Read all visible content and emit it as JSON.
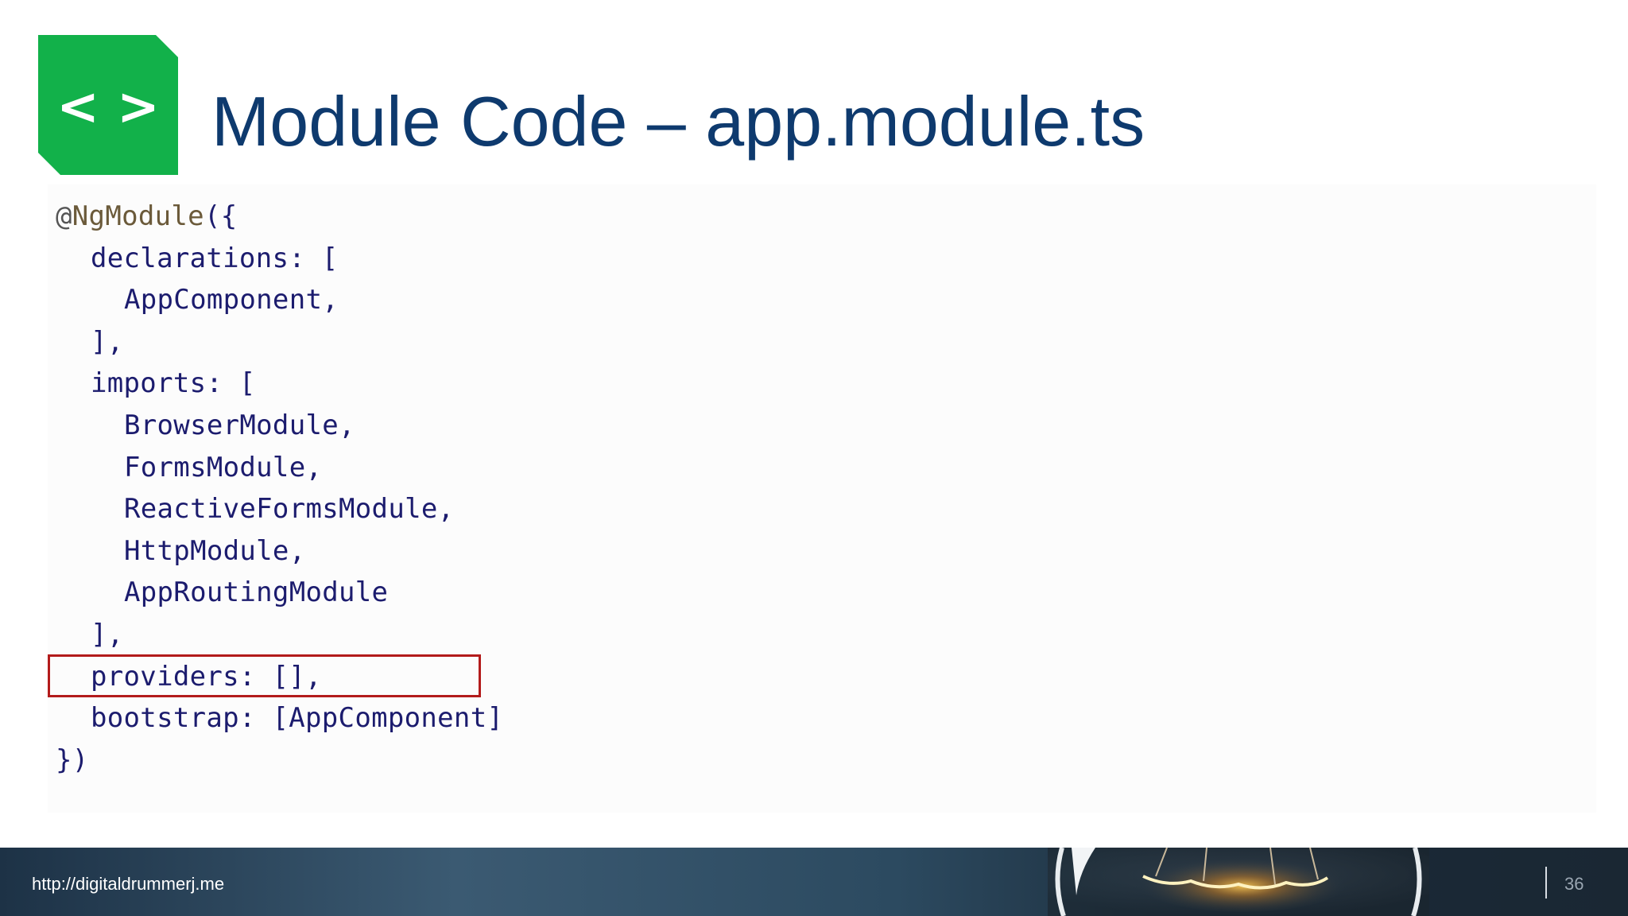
{
  "slide": {
    "title": "Module Code – app.module.ts",
    "logo_icon": "code-brackets-icon",
    "accent_color": "#12b14a",
    "title_color": "#0e3a6e"
  },
  "code": {
    "decorator_at": "@",
    "decorator_name": "NgModule",
    "decorator_open": "({",
    "lines": [
      "declarations: [",
      "AppComponent,",
      "],",
      "imports: [",
      "BrowserModule,",
      "FormsModule,",
      "ReactiveFormsModule,",
      "HttpModule,",
      "AppRoutingModule",
      "],",
      "providers: [],",
      "bootstrap: [AppComponent]",
      "})"
    ],
    "highlighted_line": "providers: [],",
    "highlight_color": "#b31b1b"
  },
  "footer": {
    "url": "http://digitaldrummerj.me",
    "page_number": "36"
  }
}
